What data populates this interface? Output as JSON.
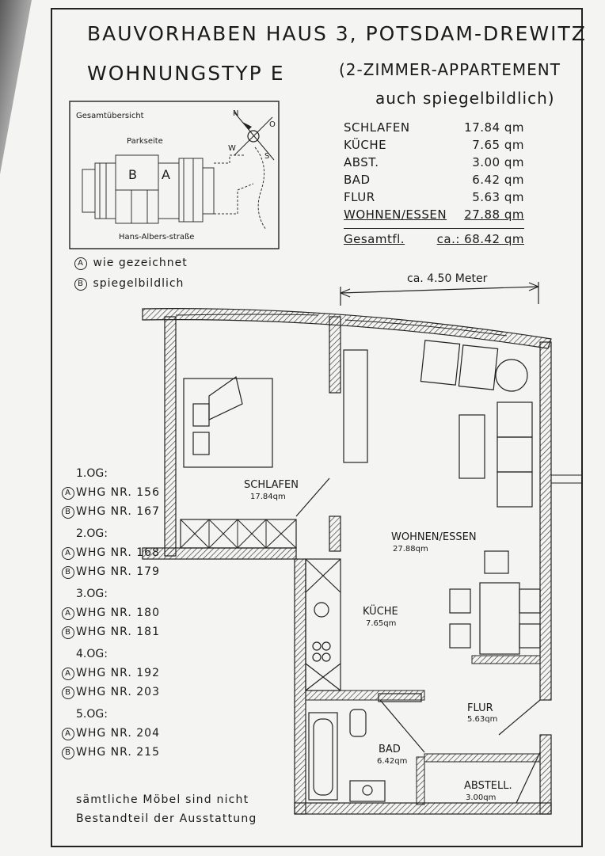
{
  "header": {
    "title_line1": "BAUVORHABEN HAUS 3, POTSDAM-DREWITZ",
    "title_line2": "WOHNUNGSTYP E",
    "subtitle_line1": "(2-ZIMMER-APPARTEMENT",
    "subtitle_line2": "auch spiegelbildlich)"
  },
  "areas": [
    {
      "room": "SCHLAFEN",
      "size": "17.84 qm"
    },
    {
      "room": "KÜCHE",
      "size": "7.65 qm"
    },
    {
      "room": "ABST.",
      "size": "3.00 qm"
    },
    {
      "room": "BAD",
      "size": "6.42 qm"
    },
    {
      "room": "FLUR",
      "size": "5.63 qm"
    },
    {
      "room": "WOHNEN/ESSEN",
      "size": "27.88 qm"
    }
  ],
  "total": {
    "label": "Gesamtfl.",
    "size": "ca.: 68.42 qm"
  },
  "site_plan": {
    "title": "Gesamtübersicht",
    "top_label": "Parkseite",
    "bottom_label": "Hans-Albers-straße",
    "unit_a": "A",
    "unit_b": "B",
    "compass": {
      "n": "N",
      "o": "O",
      "s": "S",
      "w": "W"
    }
  },
  "legend": [
    {
      "mark": "A",
      "text": "wie gezeichnet"
    },
    {
      "mark": "B",
      "text": "spiegelbildlich"
    }
  ],
  "dimension": "ca. 4.50 Meter",
  "floors": [
    {
      "label": "1.OG:",
      "a": "WHG NR. 156",
      "b": "WHG NR. 167"
    },
    {
      "label": "2.OG:",
      "a": "WHG NR. 168",
      "b": "WHG NR. 179"
    },
    {
      "label": "3.OG:",
      "a": "WHG NR. 180",
      "b": "WHG NR. 181"
    },
    {
      "label": "4.OG:",
      "a": "WHG NR. 192",
      "b": "WHG NR. 203"
    },
    {
      "label": "5.OG:",
      "a": "WHG NR. 204",
      "b": "WHG NR. 215"
    }
  ],
  "rooms": {
    "schlafen": {
      "name": "SCHLAFEN",
      "area": "17.84qm"
    },
    "wohnen": {
      "name": "WOHNEN/ESSEN",
      "area": "27.88qm"
    },
    "kueche": {
      "name": "KÜCHE",
      "area": "7.65qm"
    },
    "flur": {
      "name": "FLUR",
      "area": "5.63qm"
    },
    "bad": {
      "name": "BAD",
      "area": "6.42qm"
    },
    "abstell": {
      "name": "ABSTELL.",
      "area": "3.00qm"
    }
  },
  "note_line1": "sämtliche Möbel sind nicht",
  "note_line2": "Bestandteil der Ausstattung"
}
